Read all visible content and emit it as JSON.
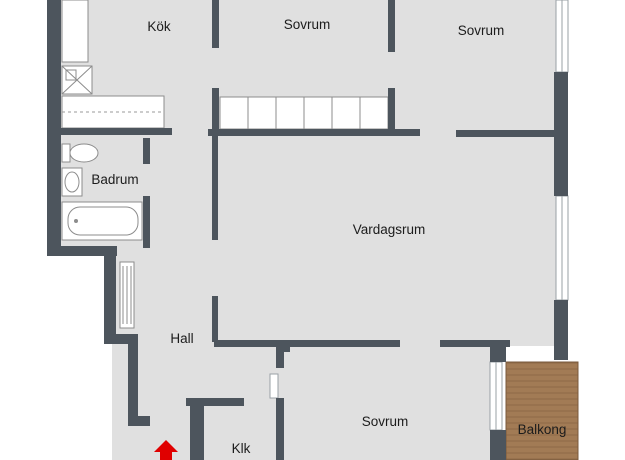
{
  "floor_plan": {
    "rooms": {
      "kok": "Kök",
      "sovrum_1": "Sovrum",
      "sovrum_2": "Sovrum",
      "badrum": "Badrum",
      "vardagsrum": "Vardagsrum",
      "hall": "Hall",
      "sovrum_3": "Sovrum",
      "klk": "Klk",
      "balkong": "Balkong"
    },
    "colors": {
      "wall": "#4d555d",
      "floor": "#e0e0e0",
      "balcony_deck": "#a07a54",
      "entrance_arrow": "#e00000"
    },
    "icons": [
      "entrance-arrow-icon",
      "toilet-icon",
      "sink-icon",
      "bathtub-icon",
      "stove-icon",
      "radiator-icon"
    ]
  }
}
